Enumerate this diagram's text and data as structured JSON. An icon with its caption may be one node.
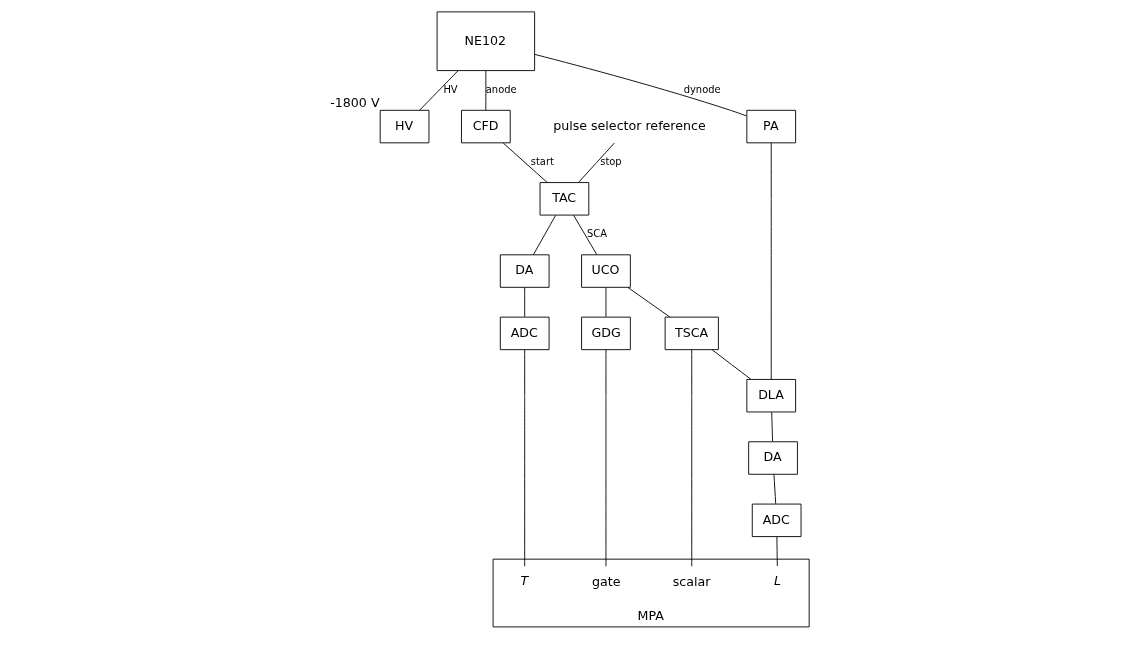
{
  "diagram": {
    "nodes": [
      {
        "text": [
          "NE102"
        ]
      },
      {
        "text": [
          "HV"
        ],
        "beside": [
          "-1800 V"
        ]
      },
      {
        "text": [
          "CFD"
        ]
      },
      {
        "text": [
          "PA"
        ]
      },
      {
        "text": [
          "pulse selector reference"
        ]
      },
      {
        "text": [
          "TAC"
        ]
      },
      {
        "text": [
          "TSCA"
        ]
      },
      {
        "text": [
          "DLA"
        ]
      },
      {
        "text": [
          "DA"
        ]
      },
      {
        "text": [
          "UCO"
        ]
      },
      {
        "text": [
          "DA"
        ]
      },
      {
        "text": [
          "ADC"
        ]
      },
      {
        "text": [
          "GDG"
        ]
      },
      {
        "text": [
          "ADC"
        ]
      },
      {
        "text": [
          "MPA"
        ]
      },
      {
        "text": [
          "T"
        ],
        "in": 14
      },
      {
        "text": [
          "gate"
        ],
        "in": 14
      },
      {
        "text": [
          "scalar"
        ],
        "in": 14
      },
      {
        "text": [
          "L"
        ],
        "in": 14
      }
    ],
    "edges": [
      {
        "from": 0,
        "to": 1,
        "arrow": "none",
        "label": "HV"
      },
      {
        "from": 0,
        "to": 3,
        "arrow": "none",
        "label": "dynode"
      },
      {
        "from": 0,
        "to": 2,
        "arrow": "none",
        "label": "anode"
      },
      {
        "from": 4,
        "to": 5,
        "arrow": "none",
        "label": "stop"
      },
      {
        "from": 2,
        "to": 5,
        "arrow": "none",
        "label": "start"
      },
      {
        "from": 5,
        "to": 9,
        "arrow": "none",
        "label": "SCA"
      },
      {
        "from": 3,
        "to": 7,
        "arrow": "none"
      },
      {
        "from": 6,
        "to": 7,
        "arrow": "none"
      },
      {
        "from": 9,
        "to": 6,
        "arrow": "none"
      },
      {
        "from": 5,
        "to": 8,
        "arrow": "none"
      },
      {
        "from": 8,
        "to": 11,
        "arrow": "none"
      },
      {
        "from": 11,
        "to": 15,
        "arrow": "none"
      },
      {
        "from": 9,
        "to": 12,
        "arrow": "none"
      },
      {
        "from": 12,
        "to": 16,
        "arrow": "none"
      },
      {
        "from": 6,
        "to": 17,
        "arrow": "none"
      },
      {
        "from": 7,
        "to": 10,
        "arrow": "none"
      },
      {
        "from": 10,
        "to": 13,
        "arrow": "none"
      },
      {
        "from": 13,
        "to": 18,
        "arrow": "none"
      }
    ]
  }
}
